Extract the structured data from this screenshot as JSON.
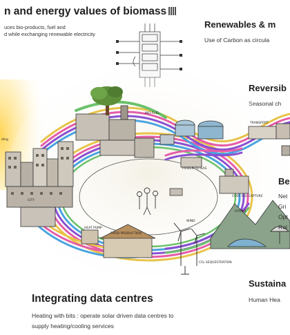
{
  "header_left": {
    "title": "n and energy values of biomass",
    "line1": "uces bio-products, fuel and",
    "line2": "d while exchanging renewable electricity"
  },
  "header_right": {
    "title": "Renewables & m",
    "subtitle": "Use of Carbon as circula"
  },
  "reversible": {
    "title": "Reversib",
    "subtitle": "Seasonal ch"
  },
  "be_section": {
    "title": "Be",
    "items": [
      "Net",
      "Gri",
      "Opt",
      "Rol"
    ]
  },
  "sustainable": {
    "title": "Sustaina",
    "subtitle": "Human Hea"
  },
  "data_centres": {
    "title": "Integrating data centres",
    "line1": "Heating with bits : operate solar driven data centres to",
    "line2": "supply heating/cooling services"
  },
  "diagram_labels": {
    "city": "CITY",
    "power_to_gas": "POWER-TO-GAS",
    "heat_pump": "HEAT PUMP",
    "food_production": "FOOD PRODUCTION",
    "hydro": "HYDRO",
    "co2_sequestration": "CO₂ SEQUESTRATION",
    "wind": "WIND",
    "transport": "TRANSPORT",
    "biofuel": "BIO-FUEL",
    "ding": "ding",
    "cost_co2": "COST CO₂ CAPTURE"
  }
}
